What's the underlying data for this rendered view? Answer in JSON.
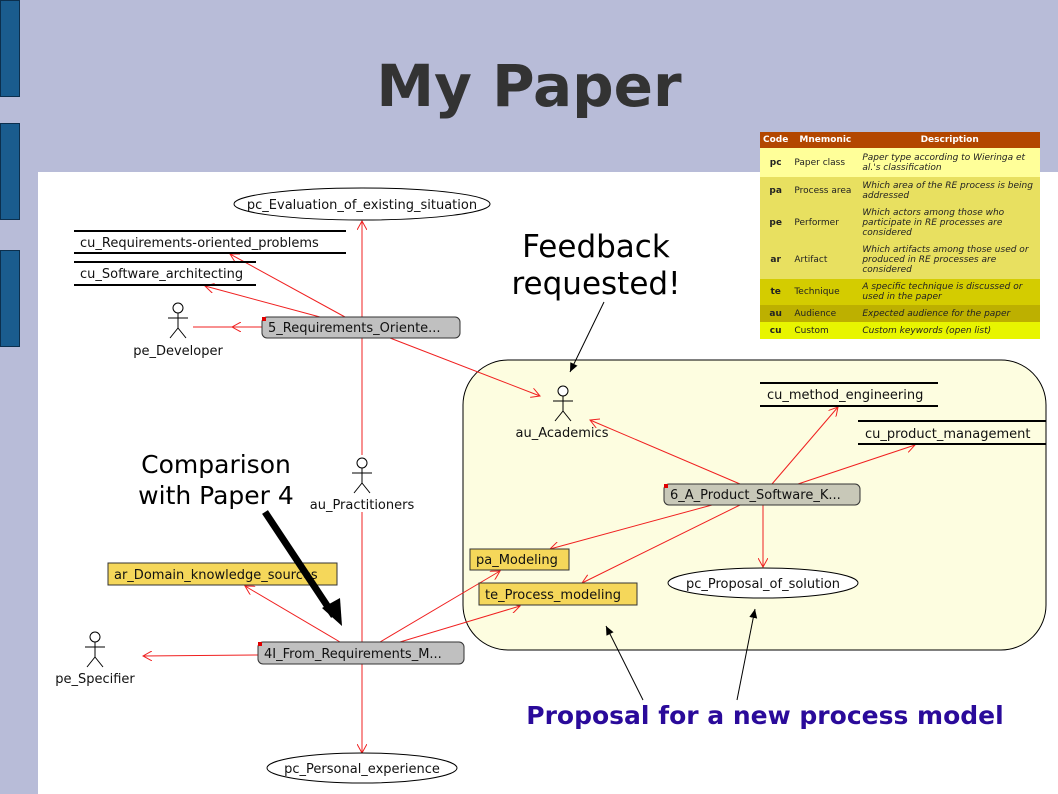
{
  "slide": {
    "title": "My Paper"
  },
  "legend": {
    "headers": [
      "Code",
      "Mnemonic",
      "Description"
    ],
    "rows": [
      {
        "code": "pc",
        "mnemonic": "Paper class",
        "description": "Paper type according to Wieringa et al.'s classification",
        "color": "#ffff99"
      },
      {
        "code": "pa",
        "mnemonic": "Process area",
        "description": "Which area of the RE process is being addressed",
        "color": "#e8e060"
      },
      {
        "code": "pe",
        "mnemonic": "Performer",
        "description": "Which actors among those who participate in RE processes are considered",
        "color": "#e8e060"
      },
      {
        "code": "ar",
        "mnemonic": "Artifact",
        "description": "Which artifacts among those used or produced in RE processes are considered",
        "color": "#e8e060"
      },
      {
        "code": "te",
        "mnemonic": "Technique",
        "description": "A specific technique is discussed or used in the paper",
        "color": "#d4cc00"
      },
      {
        "code": "au",
        "mnemonic": "Audience",
        "description": "Expected audience for the paper",
        "color": "#bdb000"
      },
      {
        "code": "cu",
        "mnemonic": "Custom",
        "description": "Custom keywords (open list)",
        "color": "#e8f500"
      }
    ]
  },
  "nodes": {
    "pc_eval": "pc_Evaluation_of_existing_situation",
    "cu_req": "cu_Requirements-oriented_problems",
    "cu_soft": "cu_Software_architecting",
    "pe_dev": "pe_Developer",
    "paper5": "5_Requirements_Oriente...",
    "au_pract": "au_Practitioners",
    "ar_domain": "ar_Domain_knowledge_sources",
    "pe_spec": "pe_Specifier",
    "paper4": "4I_From_Requirements_M...",
    "pc_personal": "pc_Personal_experience",
    "au_acad": "au_Academics",
    "cu_method": "cu_method_engineering",
    "cu_product": "cu_product_management",
    "paper6": "6_A_Product_Software_K...",
    "pa_model": "pa_Modeling",
    "te_process": "te_Process_modeling",
    "pc_proposal": "pc_Proposal_of_solution"
  },
  "annotations": {
    "feedback_line1": "Feedback",
    "feedback_line2": "requested!",
    "comparison_line1": "Comparison",
    "comparison_line2": "with Paper 4",
    "proposal": "Proposal for a new process model"
  },
  "colors": {
    "background": "#b8bcd8",
    "paper_node": "#c0c0c0",
    "yellow_node": "#f5d75a",
    "edge": "#f02020",
    "region": "#fdfde0",
    "accent_text": "#2a0a9a"
  }
}
